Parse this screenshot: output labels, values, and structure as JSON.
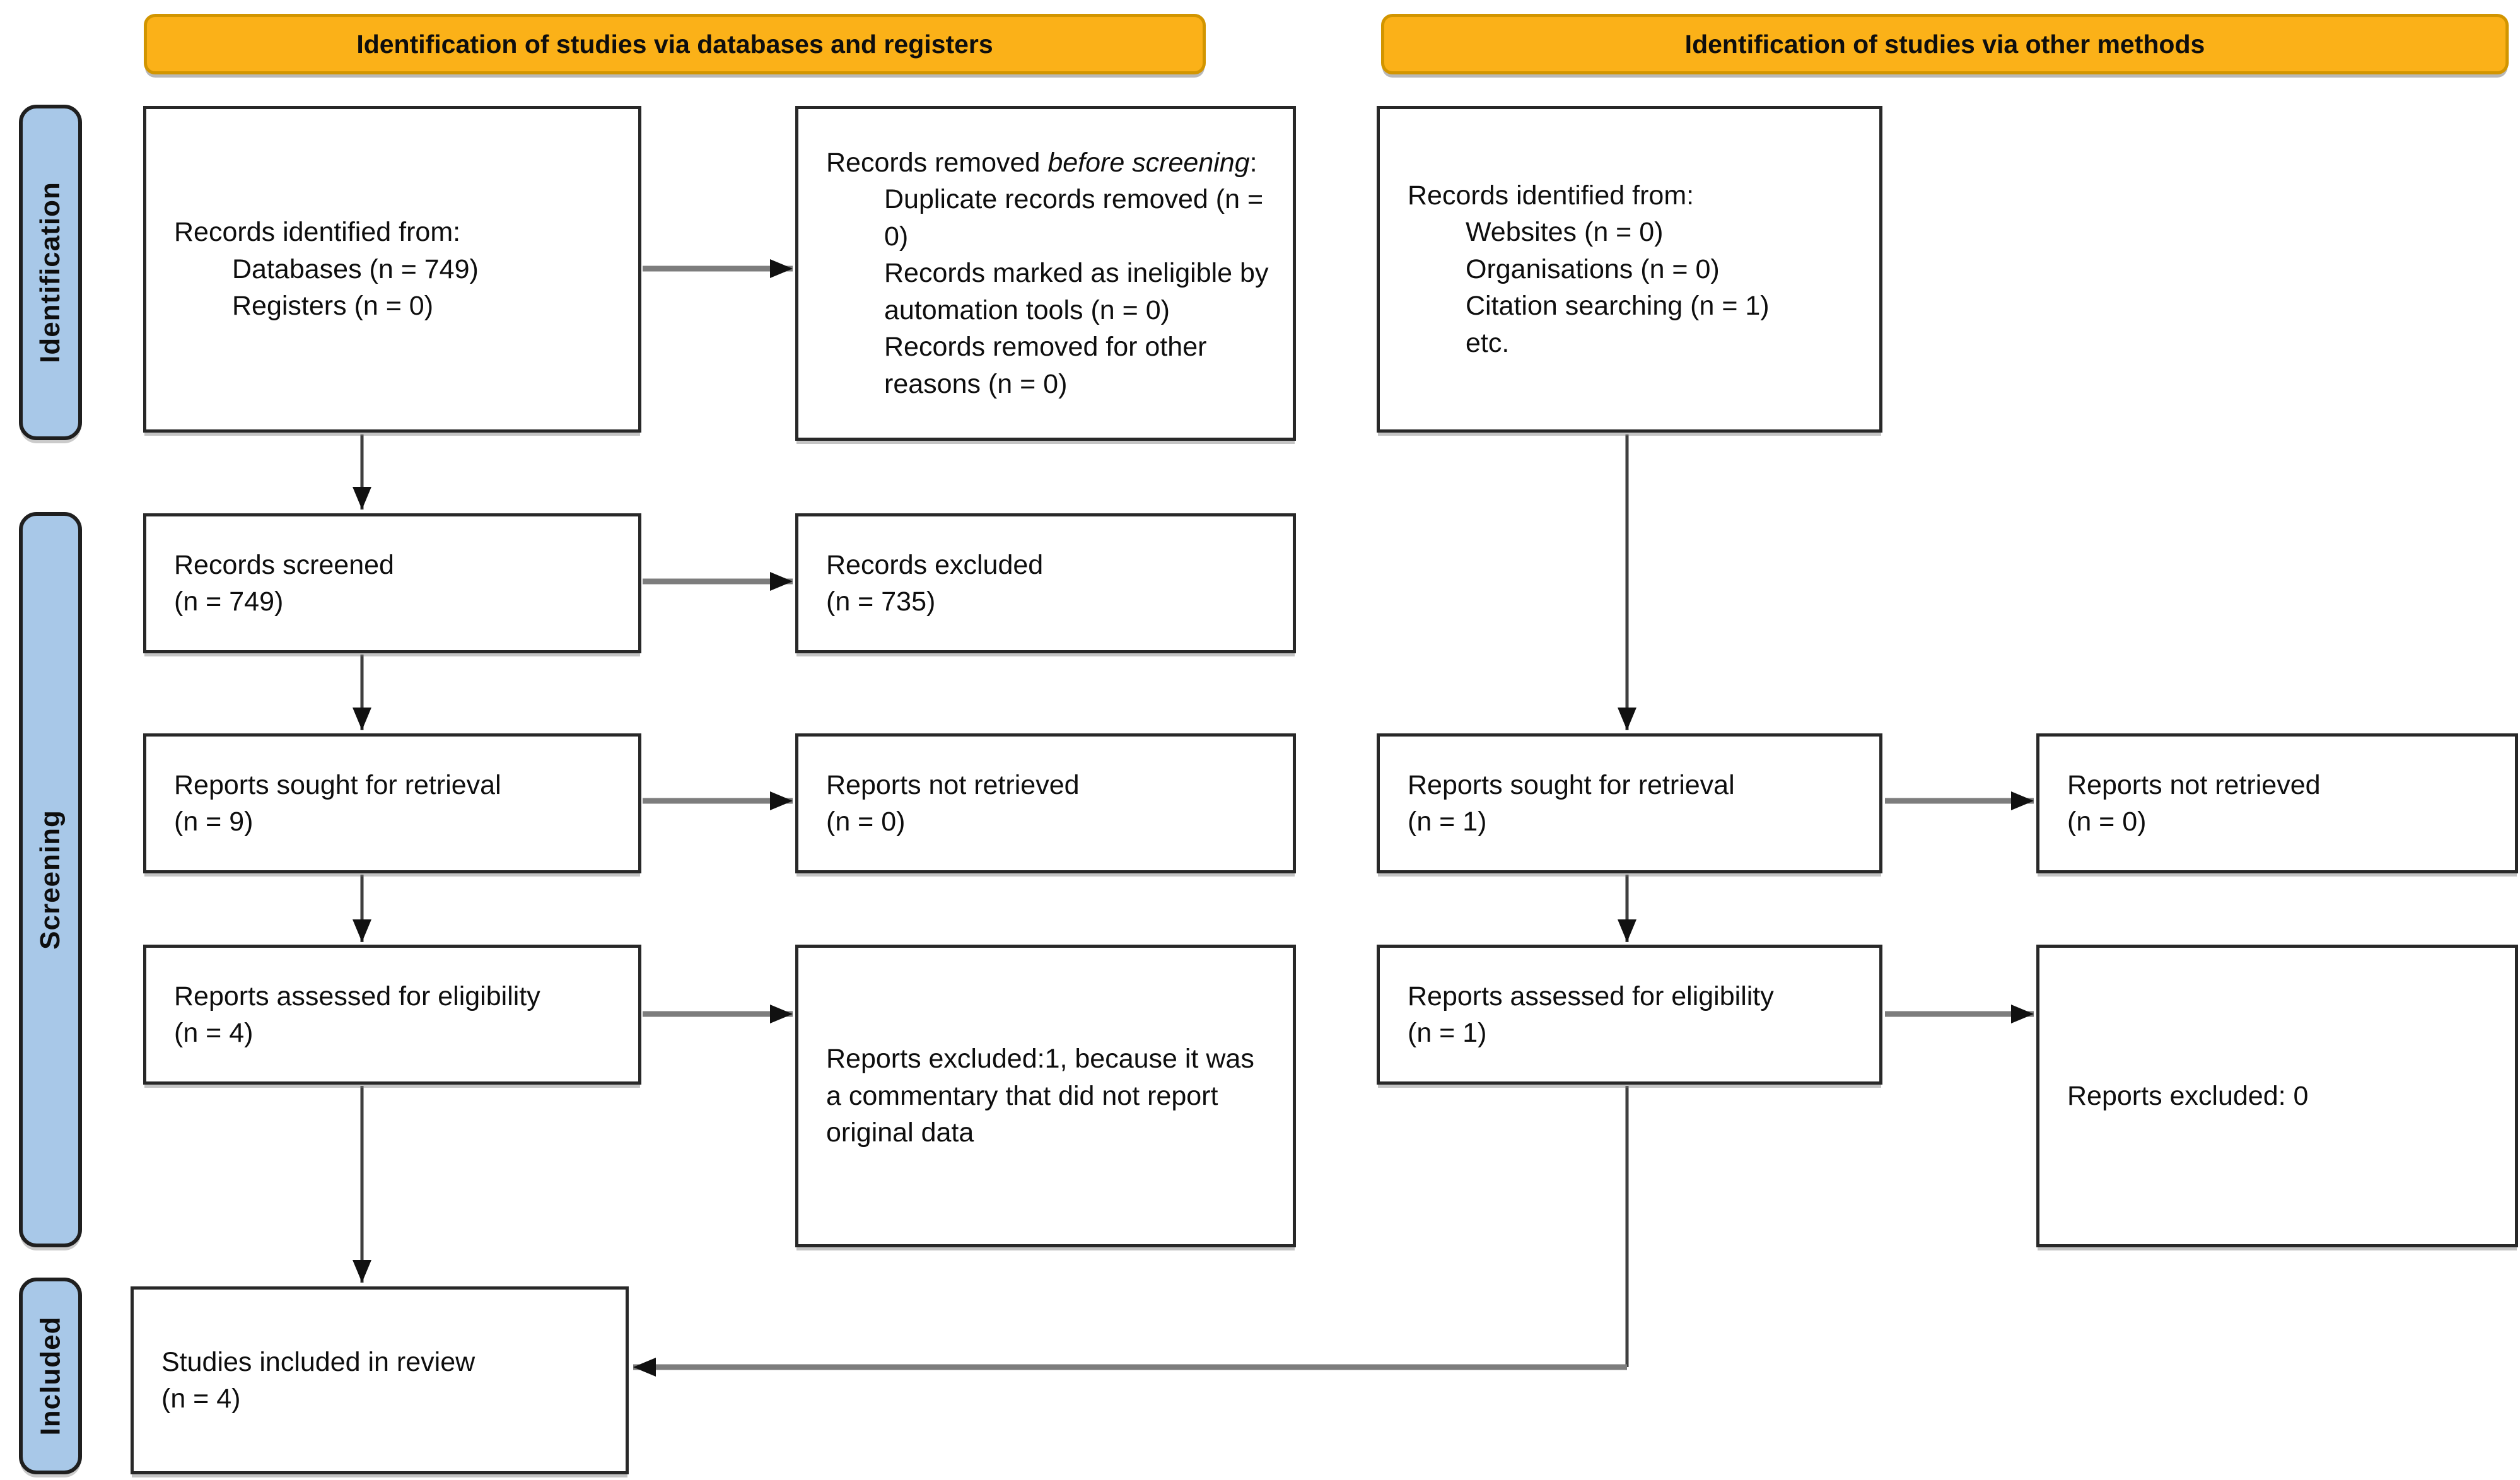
{
  "colors": {
    "banner_fill": "#FBB118",
    "banner_border": "#D29500",
    "stage_label_fill": "#A8C8E8",
    "box_border": "#282828",
    "arrow_line": "#3F3F3F",
    "arrowhead": "#111111"
  },
  "banners": {
    "databases": "Identification of studies via databases and registers",
    "other_methods": "Identification of studies via other methods"
  },
  "stage_labels": {
    "identification": "Identification",
    "screening": "Screening",
    "included": "Included"
  },
  "boxes": {
    "db_identified": {
      "title": "Records identified from:",
      "items": [
        "Databases (n = 749)",
        "Registers (n = 0)"
      ]
    },
    "records_removed": {
      "prefix": "Records removed ",
      "italic": "before screening",
      "suffix": ":",
      "items": [
        "Duplicate records removed (n = 0)",
        "Records marked as ineligible by automation tools (n = 0)",
        "Records removed for other reasons (n = 0)"
      ]
    },
    "other_identified": {
      "title": "Records identified from:",
      "items": [
        "Websites (n = 0)",
        "Organisations (n = 0)",
        "Citation searching (n = 1)",
        "etc."
      ]
    },
    "records_screened": {
      "line1": "Records screened",
      "line2": "(n = 749)"
    },
    "records_excluded": {
      "line1": "Records excluded",
      "line2": "(n = 735)"
    },
    "sought_db": {
      "line1": "Reports sought for retrieval",
      "line2": "(n = 9)"
    },
    "not_retrieved_db": {
      "line1": "Reports not retrieved",
      "line2": "(n = 0)"
    },
    "sought_other": {
      "line1": "Reports sought for retrieval",
      "line2": "(n = 1)"
    },
    "not_retrieved_other": {
      "line1": "Reports not retrieved",
      "line2": "(n = 0)"
    },
    "assessed_db": {
      "line1": "Reports assessed for eligibility",
      "line2": "(n = 4)"
    },
    "excluded_reasons": {
      "text": "Reports excluded:1, because it was a commentary that did not report original data"
    },
    "assessed_other": {
      "line1": "Reports assessed for eligibility",
      "line2": "(n = 1)"
    },
    "excluded_other": {
      "text": "Reports excluded: 0"
    },
    "included": {
      "line1": "Studies included in review",
      "line2": "(n = 4)"
    }
  }
}
